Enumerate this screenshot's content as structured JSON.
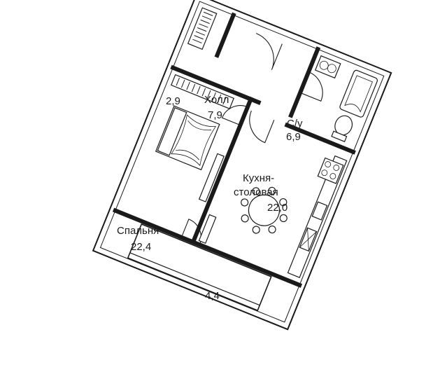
{
  "rooms": {
    "hall": {
      "name": "Холл",
      "area": "7,9"
    },
    "closet": {
      "area": "2,9"
    },
    "bathroom": {
      "name": "С/у",
      "area": "6,9"
    },
    "kitchen": {
      "name_line1": "Кухня-",
      "name_line2": "столовая",
      "area": "22,0"
    },
    "bedroom": {
      "name": "Спальня",
      "area": "22,4"
    },
    "balcony": {
      "area": "4,4"
    }
  },
  "colors": {
    "line": "#1a1a1a",
    "background": "#ffffff"
  }
}
